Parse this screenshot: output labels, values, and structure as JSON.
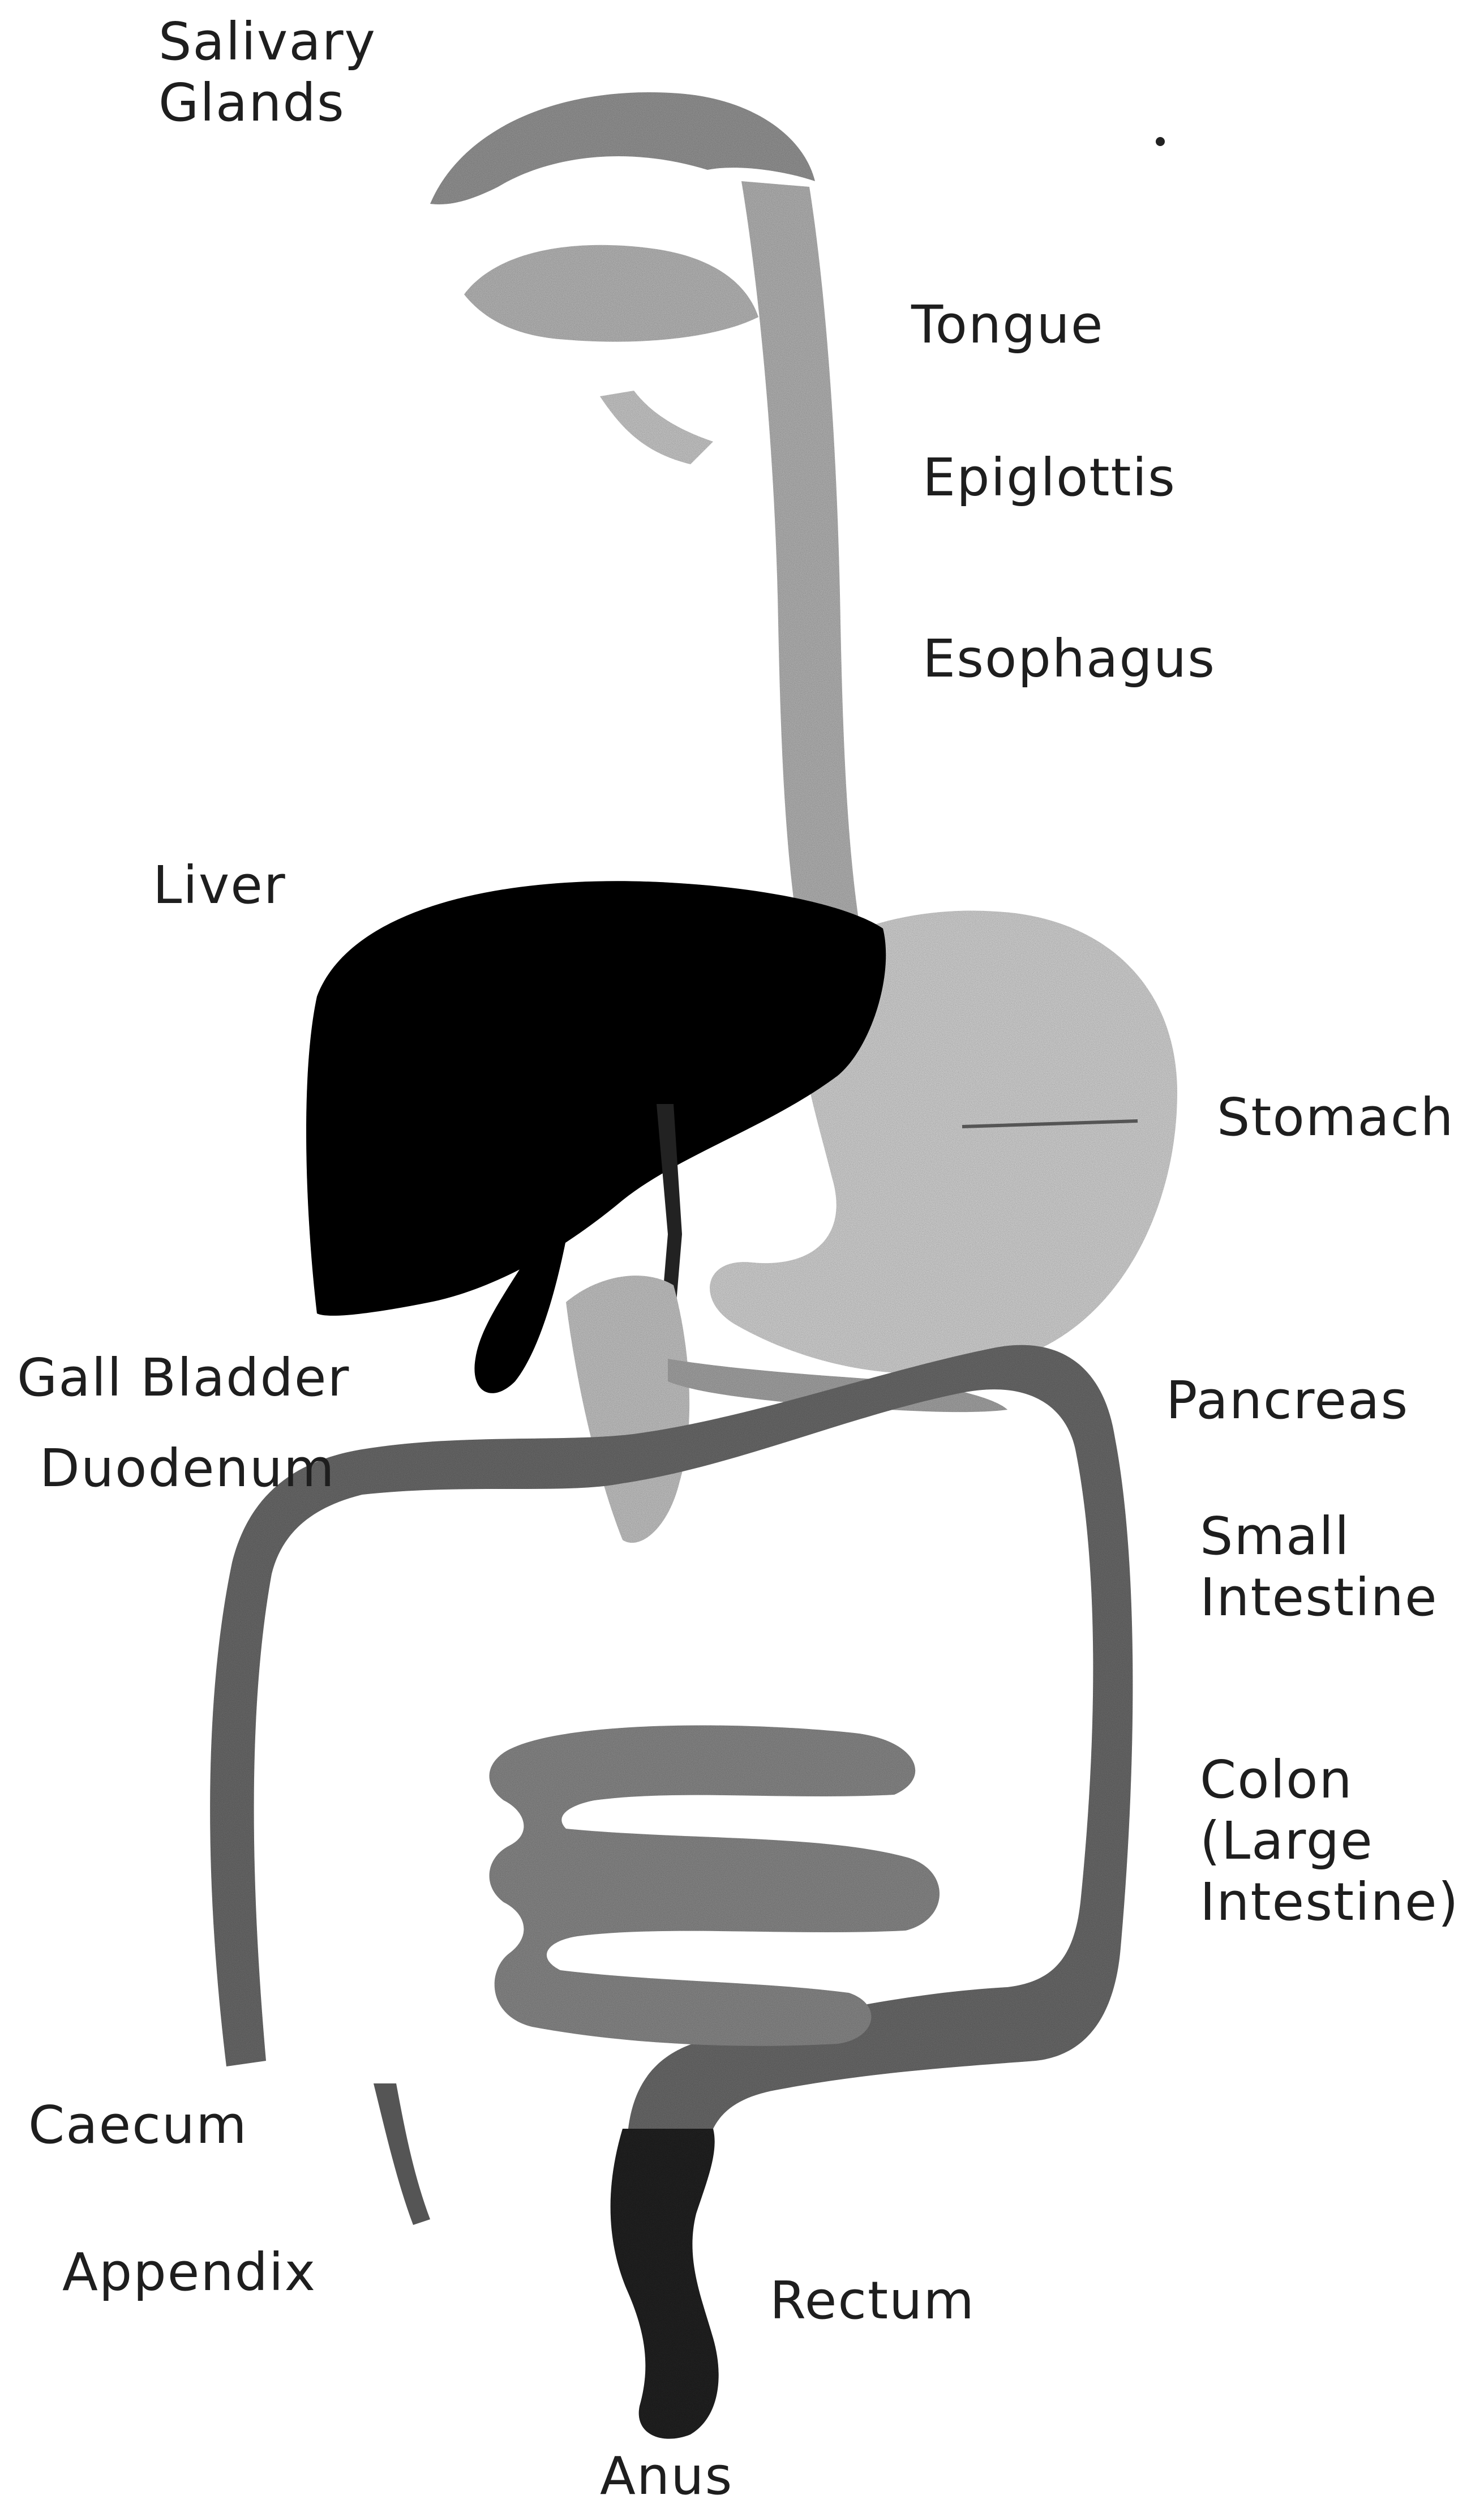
{
  "labels": {
    "salivary_glands": [
      "Salivary",
      "Glands"
    ],
    "tongue": "Tongue",
    "epiglottis": "Epiglottis",
    "esophagus": "Esophagus",
    "liver": "Liver",
    "stomach": "Stomach",
    "gall_bladder": "Gall Bladder",
    "pancreas": "Pancreas",
    "duodenum": "Duodenum",
    "small_intestine": [
      "Small",
      "Intestine"
    ],
    "colon": [
      "Colon",
      "(Large",
      "Intestine)"
    ],
    "caecum": "Caecum",
    "appendix": "Appendix",
    "rectum": "Rectum",
    "anus": "Anus"
  },
  "colors": {
    "liver": "#0b0b0b",
    "stomach": "#d9d9d9",
    "esophagus": "#b9b9b9",
    "colon": "#6e6e6e",
    "small_intestine": "#8d8d8d",
    "rectum": "#252525",
    "text": "#1e1e1e"
  }
}
